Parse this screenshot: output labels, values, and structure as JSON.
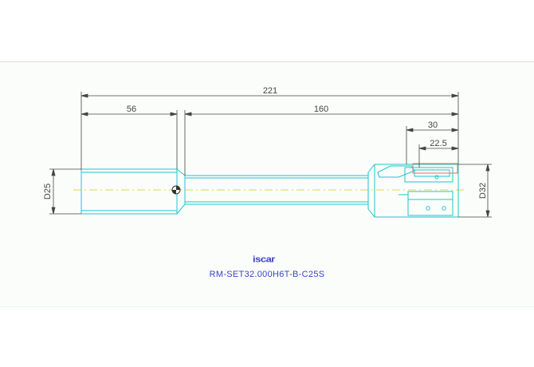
{
  "drawing": {
    "dimensions": {
      "overall_length": "221",
      "shank_length": "56",
      "body_length": "160",
      "head_length_a": "30",
      "head_length_b": "22.5",
      "shank_diameter": "D25",
      "head_diameter": "D32"
    },
    "logo_text": "iscar",
    "part_number": "RM-SET32.000H6T-B-C25S",
    "colors": {
      "outline": "#22c4cf",
      "dimension": "#444444",
      "centerline": "#e3d93a",
      "caption": "#3a43c8",
      "insert_highlight": "#e07070"
    }
  }
}
